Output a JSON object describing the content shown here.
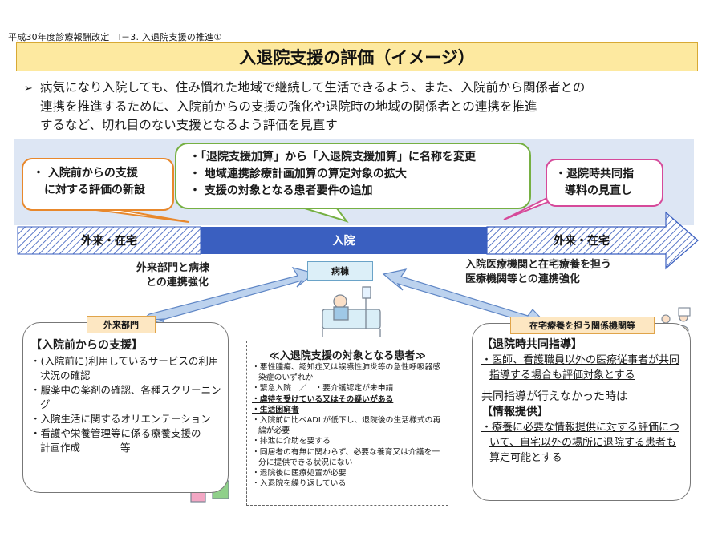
{
  "header": {
    "label": "平成30年度診療報酬改定　Ⅰ－3. 入退院支援の推進①",
    "title": "入退院支援の評価（イメージ）"
  },
  "intro": {
    "lines": [
      "病気になり入院しても、住み慣れた地域で継続して生活できるよう、また、入院前から関係者との",
      "連携を推進するために、入院前からの支援の強化や退院時の地域の関係者との連携を推進",
      "するなど、切れ目のない支援となるよう評価を見直す"
    ]
  },
  "bubbles": {
    "orange": [
      "・ 入院前からの支援",
      "に対する評価の新設"
    ],
    "green": [
      "・「退院支援加算」から「入退院支援加算」に名称を変更",
      "・ 地域連携診療計画加算の算定対象の拡大",
      "・ 支援の対象となる患者要件の追加"
    ],
    "pink": [
      "・退院時共同指",
      "導料の見直し"
    ]
  },
  "timeline": {
    "left": "外来・在宅",
    "middle": "入院",
    "right": "外来・在宅"
  },
  "links": {
    "left": [
      "外来部門と病棟",
      "との連携強化"
    ],
    "right": [
      "入院医療機関と在宅療養を担う",
      "医療機関等との連携強化"
    ]
  },
  "ward": {
    "label": "病棟"
  },
  "left_panel": {
    "tag": "外来部門",
    "heading": "【入院前からの支援】",
    "items": [
      "・(入院前に)利用しているサービスの利用状況の確認",
      "・服薬中の薬剤の確認、各種スクリーニング",
      "・入院生活に関するオリエンテーション",
      "・看護や栄養管理等に係る療養支援の計画作成　　　　等"
    ]
  },
  "center_panel": {
    "title": "≪入退院支援の対象となる患者≫",
    "items": [
      {
        "text": "・悪性腫瘍、認知症又は誤嚥性肺炎等の急性呼吸器感染症のいずれか",
        "underline": false
      },
      {
        "text": "・緊急入院　／　・要介護認定が未申請",
        "underline": false
      },
      {
        "text": "・虐待を受けている又はその疑いがある",
        "underline": true
      },
      {
        "text": "・生活困窮者",
        "underline": true
      },
      {
        "text": "・入院前に比べADLが低下し、退院後の生活様式の再編が必要",
        "underline": false
      },
      {
        "text": "・排泄に介助を要する",
        "underline": false
      },
      {
        "text": "・同居者の有無に関わらず、必要な養育又は介護を十分に提供できる状況にない",
        "underline": false
      },
      {
        "text": "・退院後に医療処置が必要",
        "underline": false
      },
      {
        "text": "・入退院を繰り返している",
        "underline": false
      }
    ]
  },
  "right_panel": {
    "tag": "在宅療養を担う関係機関等",
    "heading1": "【退院時共同指導】",
    "item1": "・医師、看護職員以外の医療従事者が共同指導する場合も評価対象とする",
    "note": "共同指導が行えなかった時は",
    "heading2": "【情報提供】",
    "item2": "・療養に必要な情報提供に対する評価について、自宅以外の場所に退院する患者も算定可能とする"
  },
  "colors": {
    "title_bg": "#fde9a0",
    "band": "#dde6f4",
    "orange": "#e8882c",
    "green": "#76b043",
    "pink": "#d64a9a",
    "timeline_blue": "#3a5fc0",
    "arrow_blue": "#bcd2ee"
  }
}
